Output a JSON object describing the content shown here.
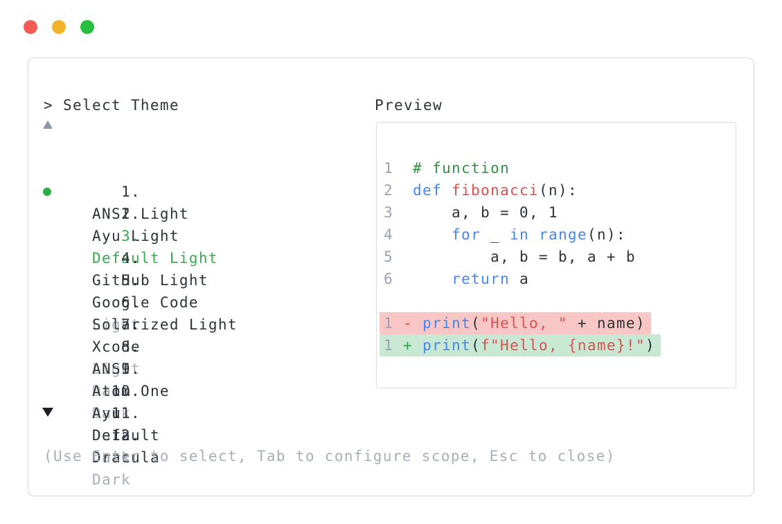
{
  "window": {
    "controls": [
      {
        "name": "close",
        "color": "#f25c54"
      },
      {
        "name": "minimize",
        "color": "#f0b32a"
      },
      {
        "name": "zoom",
        "color": "#27bf3f"
      }
    ]
  },
  "panel": {
    "header": "> Select Theme",
    "preview_label": "Preview",
    "footer_hint": "(Use Enter to select, Tab to configure scope, Esc to close)",
    "scroll_up_icon": "up-triangle",
    "scroll_down_icon": "down-triangle"
  },
  "theme_list": {
    "selected_index": 2,
    "items": [
      {
        "num": "1.",
        "name": "ANSI Light",
        "muted": "",
        "selected": false
      },
      {
        "num": "2.",
        "name": "Ayu Light",
        "muted": "",
        "selected": false
      },
      {
        "num": "3.",
        "name": "Default Light",
        "muted": "",
        "selected": true
      },
      {
        "num": "4.",
        "name": "GitHub Light",
        "muted": "",
        "selected": false
      },
      {
        "num": "5.",
        "name": "Google Code",
        "muted": "Light",
        "selected": false
      },
      {
        "num": "6.",
        "name": "Solarized Light",
        "muted": "",
        "selected": false
      },
      {
        "num": "7.",
        "name": "Xcode",
        "muted": "Light",
        "selected": false
      },
      {
        "num": "8.",
        "name": "ANSI",
        "muted": "Dark",
        "selected": false
      },
      {
        "num": "9.",
        "name": "Atom One",
        "muted": "Dark",
        "selected": false
      },
      {
        "num": "10.",
        "name": "Ayu",
        "muted": "Dark",
        "selected": false
      },
      {
        "num": "11.",
        "name": "Default",
        "muted": "Dark",
        "selected": false
      },
      {
        "num": "12.",
        "name": "Dracula",
        "muted": "Dark",
        "selected": false
      }
    ]
  },
  "preview_code": {
    "lines": [
      {
        "num": "1",
        "marker": "",
        "type": "normal",
        "tokens": [
          {
            "t": "# function",
            "c": "comment"
          }
        ]
      },
      {
        "num": "2",
        "marker": "",
        "type": "normal",
        "tokens": [
          {
            "t": "def",
            "c": "kw"
          },
          {
            "t": " ",
            "c": "plain"
          },
          {
            "t": "fibonacci",
            "c": "fn"
          },
          {
            "t": "(n):",
            "c": "plain"
          }
        ]
      },
      {
        "num": "3",
        "marker": "",
        "type": "normal",
        "tokens": [
          {
            "t": "    a, b = 0, 1",
            "c": "plain"
          }
        ]
      },
      {
        "num": "4",
        "marker": "",
        "type": "normal",
        "tokens": [
          {
            "t": "    ",
            "c": "plain"
          },
          {
            "t": "for",
            "c": "kw"
          },
          {
            "t": " _ ",
            "c": "plain"
          },
          {
            "t": "in",
            "c": "kw"
          },
          {
            "t": " ",
            "c": "plain"
          },
          {
            "t": "range",
            "c": "kw"
          },
          {
            "t": "(n):",
            "c": "plain"
          }
        ]
      },
      {
        "num": "5",
        "marker": "",
        "type": "normal",
        "tokens": [
          {
            "t": "        a, b = b, a + b",
            "c": "plain"
          }
        ]
      },
      {
        "num": "6",
        "marker": "",
        "type": "normal",
        "tokens": [
          {
            "t": "    ",
            "c": "plain"
          },
          {
            "t": "return",
            "c": "kw"
          },
          {
            "t": " a",
            "c": "plain"
          }
        ]
      },
      {
        "num": "",
        "marker": "",
        "type": "blank",
        "tokens": []
      },
      {
        "num": "1",
        "marker": "-",
        "type": "removed",
        "tokens": [
          {
            "t": "print",
            "c": "kw"
          },
          {
            "t": "(",
            "c": "plain"
          },
          {
            "t": "\"Hello, \"",
            "c": "str"
          },
          {
            "t": " + name)",
            "c": "plain"
          }
        ]
      },
      {
        "num": "1",
        "marker": "+",
        "type": "added",
        "tokens": [
          {
            "t": "print",
            "c": "kw"
          },
          {
            "t": "(",
            "c": "plain"
          },
          {
            "t": "f\"Hello, {name}!\"",
            "c": "str"
          },
          {
            "t": ")",
            "c": "plain"
          }
        ]
      }
    ]
  },
  "colors": {
    "text_dark": "#2d333a",
    "muted": "#a6aebc",
    "selected_green": "#37ab4e",
    "comment_green": "#2e9440",
    "keyword_blue": "#4285f4",
    "function_red": "#dd4f4f",
    "string_red": "#dc5050",
    "diff_minus": "#e0453e",
    "diff_plus": "#28a745",
    "removed_bg": "#f8c7c5",
    "added_bg": "#c9e8d3",
    "line_number": "#9aa2b1",
    "panel_border": "#d4d8e0",
    "preview_border": "#d9dce3"
  }
}
